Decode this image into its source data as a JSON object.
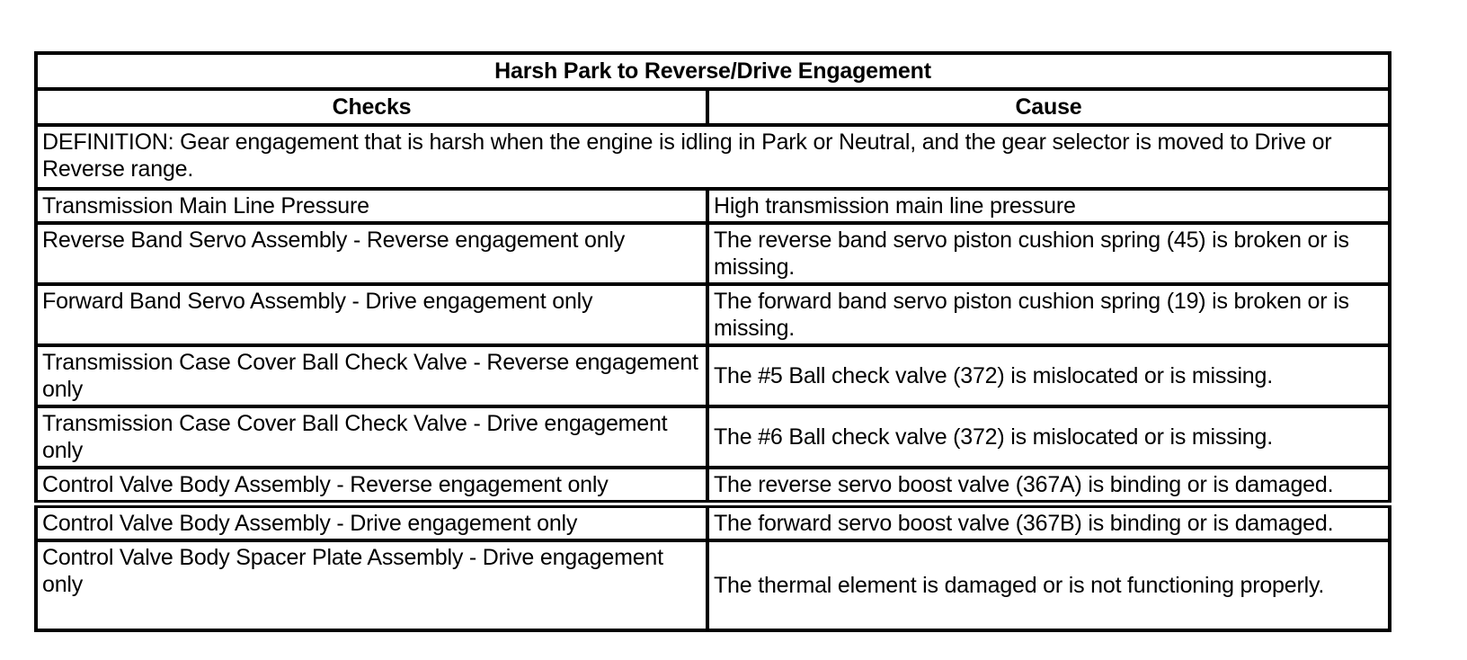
{
  "colors": {
    "border": "#000000",
    "background": "#ffffff",
    "text": "#000000"
  },
  "table": {
    "title": "Harsh Park to Reverse/Drive Engagement",
    "columns": {
      "checks": "Checks",
      "cause": "Cause"
    },
    "definition": "DEFINITION: Gear engagement that is harsh when the engine is idling in Park or Neutral, and the gear selector is moved to Drive or Reverse range.",
    "rows": [
      {
        "check": "Transmission Main Line Pressure",
        "cause": "High transmission main line pressure"
      },
      {
        "check": "Reverse Band Servo Assembly - Reverse engagement only",
        "cause": "The reverse band servo piston cushion spring (45) is broken or is missing."
      },
      {
        "check": "Forward Band Servo Assembly - Drive engagement only",
        "cause": "The forward band servo piston cushion spring (19) is broken or is missing."
      },
      {
        "check": "Transmission Case Cover Ball Check Valve - Reverse engagement only",
        "cause": "The #5 Ball check valve (372) is mislocated or is missing."
      },
      {
        "check": "Transmission Case Cover Ball Check Valve - Drive engagement only",
        "cause": "The #6 Ball check valve (372) is mislocated or is missing."
      },
      {
        "check": "Control Valve Body Assembly - Reverse engagement only",
        "cause": "The reverse servo boost valve (367A) is binding or is damaged."
      },
      {
        "check": "Control Valve Body Assembly - Drive engagement only",
        "cause": "The forward servo boost valve (367B) is binding or is damaged."
      },
      {
        "check": "Control Valve Body Spacer Plate Assembly - Drive engagement only",
        "cause": "The thermal element is damaged or is not functioning properly."
      }
    ]
  }
}
